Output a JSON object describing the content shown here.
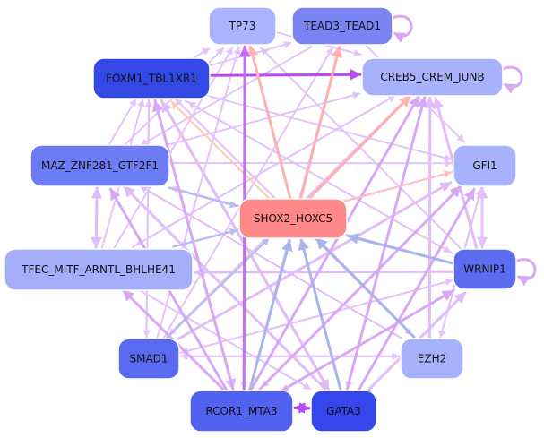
{
  "diagram": {
    "type": "regulatory-network",
    "nodes": [
      {
        "id": "TP73",
        "label": "TP73",
        "fill": "#aab4ff"
      },
      {
        "id": "TEAD3_TEAD1",
        "label": "TEAD3_TEAD1",
        "fill": "#7884f4"
      },
      {
        "id": "FOXM1_TBL1XR1",
        "label": "FOXM1_TBL1XR1",
        "fill": "#3448e6"
      },
      {
        "id": "CREB5_CREM_JUNB",
        "label": "CREB5_CREM_JUNB",
        "fill": "#a8b2fc"
      },
      {
        "id": "MAZ_ZNF281_GTF2F1",
        "label": "MAZ_ZNF281_GTF2F1",
        "fill": "#6c7cf2"
      },
      {
        "id": "GFI1",
        "label": "GFI1",
        "fill": "#a8b2fc"
      },
      {
        "id": "SHOX2_HOXC5",
        "label": "SHOX2_HOXC5",
        "fill": "#ff8888"
      },
      {
        "id": "TFEC_MITF_ARNTL_BHLHE41",
        "label": "TFEC_MITF_ARNTL_BHLHE41",
        "fill": "#a4aefa"
      },
      {
        "id": "WRNIP1",
        "label": "WRNIP1",
        "fill": "#5c6cf0"
      },
      {
        "id": "SMAD1",
        "label": "SMAD1",
        "fill": "#5a6af0"
      },
      {
        "id": "EZH2",
        "label": "EZH2",
        "fill": "#a8b2fc"
      },
      {
        "id": "RCOR1_MTA3",
        "label": "RCOR1_MTA3",
        "fill": "#5262f0"
      },
      {
        "id": "GATA3",
        "label": "GATA3",
        "fill": "#3446ec"
      }
    ],
    "edges": [
      {
        "from": "FOXM1_TBL1XR1",
        "to": "CREB5_CREM_JUNB",
        "color": "#b84cf0",
        "weight": 3
      },
      {
        "from": "SHOX2_HOXC5",
        "to": "TP73",
        "color": "#ffb0b0",
        "weight": 3
      },
      {
        "from": "SHOX2_HOXC5",
        "to": "TEAD3_TEAD1",
        "color": "#ffb0b0",
        "weight": 3
      },
      {
        "from": "SHOX2_HOXC5",
        "to": "CREB5_CREM_JUNB",
        "color": "#ffb0b0",
        "weight": 3
      },
      {
        "from": "SHOX2_HOXC5",
        "to": "GFI1",
        "color": "#ffc0c0",
        "weight": 2
      },
      {
        "from": "SHOX2_HOXC5",
        "to": "FOXM1_TBL1XR1",
        "color": "#ffc8b0",
        "weight": 2
      },
      {
        "from": "WRNIP1",
        "to": "SHOX2_HOXC5",
        "color": "#aab4ec",
        "weight": 3
      },
      {
        "from": "EZH2",
        "to": "SHOX2_HOXC5",
        "color": "#aab4ec",
        "weight": 3
      },
      {
        "from": "GATA3",
        "to": "SHOX2_HOXC5",
        "color": "#aab4ec",
        "weight": 3
      },
      {
        "from": "RCOR1_MTA3",
        "to": "SHOX2_HOXC5",
        "color": "#aab4ec",
        "weight": 3
      },
      {
        "from": "SMAD1",
        "to": "SHOX2_HOXC5",
        "color": "#b4bcf0",
        "weight": 2
      },
      {
        "from": "MAZ_ZNF281_GTF2F1",
        "to": "SHOX2_HOXC5",
        "color": "#b4bcf0",
        "weight": 2
      },
      {
        "from": "TFEC_MITF_ARNTL_BHLHE41",
        "to": "SHOX2_HOXC5",
        "color": "#b4bcf0",
        "weight": 2
      },
      {
        "from": "RCOR1_MTA3",
        "to": "TP73",
        "color": "#c070f4",
        "weight": 3
      },
      {
        "from": "GATA3",
        "to": "TP73",
        "color": "#d090f6",
        "weight": 2
      },
      {
        "from": "RCOR1_MTA3",
        "to": "GATA3",
        "color": "#b84cf0",
        "weight": 3
      },
      {
        "from": "GATA3",
        "to": "RCOR1_MTA3",
        "color": "#b84cf0",
        "weight": 3
      },
      {
        "from": "RCOR1_MTA3",
        "to": "CREB5_CREM_JUNB",
        "color": "#d8a8f6",
        "weight": 3
      },
      {
        "from": "GATA3",
        "to": "CREB5_CREM_JUNB",
        "color": "#d8a8f6",
        "weight": 3
      },
      {
        "from": "SMAD1",
        "to": "CREB5_CREM_JUNB",
        "color": "#e0bcf8",
        "weight": 3
      },
      {
        "from": "EZH2",
        "to": "CREB5_CREM_JUNB",
        "color": "#e0bcf8",
        "weight": 3
      },
      {
        "from": "RCOR1_MTA3",
        "to": "GFI1",
        "color": "#d8a8f6",
        "weight": 3
      },
      {
        "from": "GATA3",
        "to": "GFI1",
        "color": "#d8a8f6",
        "weight": 3
      },
      {
        "from": "SMAD1",
        "to": "GFI1",
        "color": "#e0bcf8",
        "weight": 3
      },
      {
        "from": "RCOR1_MTA3",
        "to": "WRNIP1",
        "color": "#d8a8f6",
        "weight": 3
      },
      {
        "from": "GATA3",
        "to": "WRNIP1",
        "color": "#e0bcf8",
        "weight": 3
      },
      {
        "from": "RCOR1_MTA3",
        "to": "TFEC_MITF_ARNTL_BHLHE41",
        "color": "#d8a8f6",
        "weight": 3
      },
      {
        "from": "GATA3",
        "to": "MAZ_ZNF281_GTF2F1",
        "color": "#e0bcf8",
        "weight": 3
      },
      {
        "from": "RCOR1_MTA3",
        "to": "MAZ_ZNF281_GTF2F1",
        "color": "#d8a8f6",
        "weight": 3
      },
      {
        "from": "RCOR1_MTA3",
        "to": "FOXM1_TBL1XR1",
        "color": "#d8a8f6",
        "weight": 3
      },
      {
        "from": "GATA3",
        "to": "FOXM1_TBL1XR1",
        "color": "#e0bcf8",
        "weight": 3
      },
      {
        "from": "RCOR1_MTA3",
        "to": "TEAD3_TEAD1",
        "color": "#e0bcf8",
        "weight": 2
      },
      {
        "from": "EZH2",
        "to": "GFI1",
        "color": "#e0bcf8",
        "weight": 2
      },
      {
        "from": "EZH2",
        "to": "MAZ_ZNF281_GTF2F1",
        "color": "#e0bcf8",
        "weight": 2
      },
      {
        "from": "EZH2",
        "to": "FOXM1_TBL1XR1",
        "color": "#e4c4f8",
        "weight": 2
      },
      {
        "from": "WRNIP1",
        "to": "GFI1",
        "color": "#e0bcf8",
        "weight": 3
      },
      {
        "from": "WRNIP1",
        "to": "CREB5_CREM_JUNB",
        "color": "#e0bcf8",
        "weight": 3
      },
      {
        "from": "WRNIP1",
        "to": "TFEC_MITF_ARNTL_BHLHE41",
        "color": "#e0bcf8",
        "weight": 3
      },
      {
        "from": "WRNIP1",
        "to": "MAZ_ZNF281_GTF2F1",
        "color": "#e4c4f8",
        "weight": 2
      },
      {
        "from": "WRNIP1",
        "to": "FOXM1_TBL1XR1",
        "color": "#e4c4f8",
        "weight": 2
      },
      {
        "from": "WRNIP1",
        "to": "TP73",
        "color": "#e4c4f8",
        "weight": 2
      },
      {
        "from": "WRNIP1",
        "to": "SMAD1",
        "color": "#e4c4f8",
        "weight": 2
      },
      {
        "from": "WRNIP1",
        "to": "RCOR1_MTA3",
        "color": "#e4c4f8",
        "weight": 2
      },
      {
        "from": "MAZ_ZNF281_GTF2F1",
        "to": "TFEC_MITF_ARNTL_BHLHE41",
        "color": "#e0bcf8",
        "weight": 3
      },
      {
        "from": "TFEC_MITF_ARNTL_BHLHE41",
        "to": "MAZ_ZNF281_GTF2F1",
        "color": "#e0bcf8",
        "weight": 3
      },
      {
        "from": "MAZ_ZNF281_GTF2F1",
        "to": "FOXM1_TBL1XR1",
        "color": "#e4c4f8",
        "weight": 2
      },
      {
        "from": "MAZ_ZNF281_GTF2F1",
        "to": "GFI1",
        "color": "#e4c4f8",
        "weight": 2
      },
      {
        "from": "MAZ_ZNF281_GTF2F1",
        "to": "TP73",
        "color": "#e4c4f8",
        "weight": 2
      },
      {
        "from": "MAZ_ZNF281_GTF2F1",
        "to": "CREB5_CREM_JUNB",
        "color": "#e4c4f8",
        "weight": 2
      },
      {
        "from": "FOXM1_TBL1XR1",
        "to": "GFI1",
        "color": "#e4c4f8",
        "weight": 2
      },
      {
        "from": "FOXM1_TBL1XR1",
        "to": "TEAD3_TEAD1",
        "color": "#e4c4f8",
        "weight": 2
      },
      {
        "from": "FOXM1_TBL1XR1",
        "to": "TP73",
        "color": "#e4c4f8",
        "weight": 2
      },
      {
        "from": "FOXM1_TBL1XR1",
        "to": "SMAD1",
        "color": "#e4c4f8",
        "weight": 2
      },
      {
        "from": "FOXM1_TBL1XR1",
        "to": "RCOR1_MTA3",
        "color": "#e0bcf8",
        "weight": 3
      },
      {
        "from": "FOXM1_TBL1XR1",
        "to": "GATA3",
        "color": "#e0bcf8",
        "weight": 3
      },
      {
        "from": "FOXM1_TBL1XR1",
        "to": "EZH2",
        "color": "#e4c4f8",
        "weight": 2
      },
      {
        "from": "FOXM1_TBL1XR1",
        "to": "WRNIP1",
        "color": "#e4c4f8",
        "weight": 2
      },
      {
        "from": "TFEC_MITF_ARNTL_BHLHE41",
        "to": "FOXM1_TBL1XR1",
        "color": "#e4c4f8",
        "weight": 2
      },
      {
        "from": "TFEC_MITF_ARNTL_BHLHE41",
        "to": "GATA3",
        "color": "#e4c4f8",
        "weight": 2
      },
      {
        "from": "TFEC_MITF_ARNTL_BHLHE41",
        "to": "CREB5_CREM_JUNB",
        "color": "#e4c4f8",
        "weight": 2
      },
      {
        "from": "TFEC_MITF_ARNTL_BHLHE41",
        "to": "TP73",
        "color": "#e4c4f8",
        "weight": 2
      },
      {
        "from": "SMAD1",
        "to": "FOXM1_TBL1XR1",
        "color": "#e4c4f8",
        "weight": 2
      },
      {
        "from": "SMAD1",
        "to": "TP73",
        "color": "#e4c4f8",
        "weight": 2
      },
      {
        "from": "SMAD1",
        "to": "TEAD3_TEAD1",
        "color": "#e4c4f8",
        "weight": 2
      },
      {
        "from": "SMAD1",
        "to": "WRNIP1",
        "color": "#e4c4f8",
        "weight": 2
      },
      {
        "from": "GFI1",
        "to": "TFEC_MITF_ARNTL_BHLHE41",
        "color": "#e4c4f8",
        "weight": 2
      },
      {
        "from": "GFI1",
        "to": "RCOR1_MTA3",
        "color": "#e4c4f8",
        "weight": 2
      },
      {
        "from": "GFI1",
        "to": "WRNIP1",
        "color": "#e4c4f8",
        "weight": 3
      },
      {
        "from": "GFI1",
        "to": "EZH2",
        "color": "#e4c4f8",
        "weight": 2
      },
      {
        "from": "CREB5_CREM_JUNB",
        "to": "TFEC_MITF_ARNTL_BHLHE41",
        "color": "#e4c4f8",
        "weight": 2
      },
      {
        "from": "CREB5_CREM_JUNB",
        "to": "SMAD1",
        "color": "#e4c4f8",
        "weight": 2
      },
      {
        "from": "CREB5_CREM_JUNB",
        "to": "GATA3",
        "color": "#e4c4f8",
        "weight": 2
      },
      {
        "from": "TEAD3_TEAD1",
        "to": "MAZ_ZNF281_GTF2F1",
        "color": "#e4c4f8",
        "weight": 2
      },
      {
        "from": "TEAD3_TEAD1",
        "to": "GFI1",
        "color": "#e4c4f8",
        "weight": 2
      },
      {
        "from": "TP73",
        "to": "RCOR1_MTA3",
        "color": "#e4c4f8",
        "weight": 2
      },
      {
        "from": "TP73",
        "to": "CREB5_CREM_JUNB",
        "color": "#e4c4f8",
        "weight": 2
      },
      {
        "from": "EZH2",
        "to": "SMAD1",
        "color": "#e4c4f8",
        "weight": 2
      },
      {
        "from": "SMAD1",
        "to": "EZH2",
        "color": "#e4c4f8",
        "weight": 2
      }
    ],
    "self_loops": [
      "TEAD3_TEAD1",
      "CREB5_CREM_JUNB",
      "WRNIP1"
    ]
  }
}
